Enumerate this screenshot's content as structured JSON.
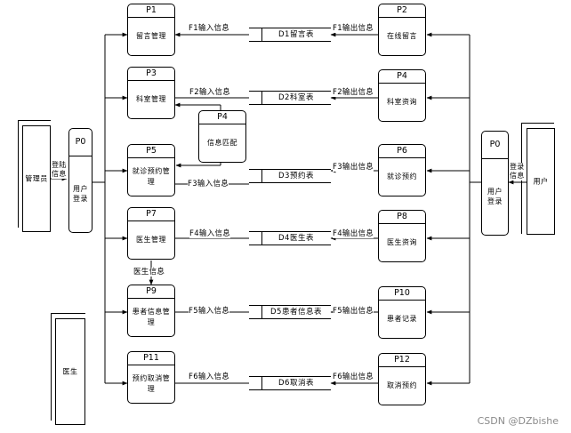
{
  "externals": {
    "admin": "管理员",
    "doctor": "医生",
    "user": "用户"
  },
  "login_processes": {
    "left": {
      "id": "P0",
      "name": "用户登录"
    },
    "right": {
      "id": "P0",
      "name": "用户登录"
    }
  },
  "processes": {
    "p1": {
      "id": "P1",
      "name": "留言管理"
    },
    "p2": {
      "id": "P2",
      "name": "在线留言"
    },
    "p3": {
      "id": "P3",
      "name": "科室管理"
    },
    "p4a": {
      "id": "P4",
      "name": "科室资询"
    },
    "p4b": {
      "id": "P4",
      "name": "信息匹配"
    },
    "p5": {
      "id": "P5",
      "name": "就诊预约管理"
    },
    "p6": {
      "id": "P6",
      "name": "就诊预约"
    },
    "p7": {
      "id": "P7",
      "name": "医生管理"
    },
    "p8": {
      "id": "P8",
      "name": "医生资询"
    },
    "p9": {
      "id": "P9",
      "name": "患者信息管理"
    },
    "p10": {
      "id": "P10",
      "name": "患者记录"
    },
    "p11": {
      "id": "P11",
      "name": "预约取消管理"
    },
    "p12": {
      "id": "P12",
      "name": "取消预约"
    }
  },
  "stores": {
    "d1": "D1留言表",
    "d2": "D2科室表",
    "d3": "D3预约表",
    "d4": "D4医生表",
    "d5": "D5患者信息表",
    "d6": "D6取消表"
  },
  "flows": {
    "f1_in": "F1输入信息",
    "f1_out": "F1输出信息",
    "f2_in": "F2输入信息",
    "f2_out": "F2输出信息",
    "f3_in": "F3输入信息",
    "f3_out": "F3输出信息",
    "f4_in": "F4输入信息",
    "f4_out": "F4输出信息",
    "f5_in": "F5输入信息",
    "f5_out": "F5输出信息",
    "f6_in": "F6输入信息",
    "f6_out": "F6输出信息",
    "login_left": "登陆信息",
    "login_right": "登录信息",
    "doctor_info": "医生信息"
  },
  "watermark": "CSDN @DZbishe"
}
